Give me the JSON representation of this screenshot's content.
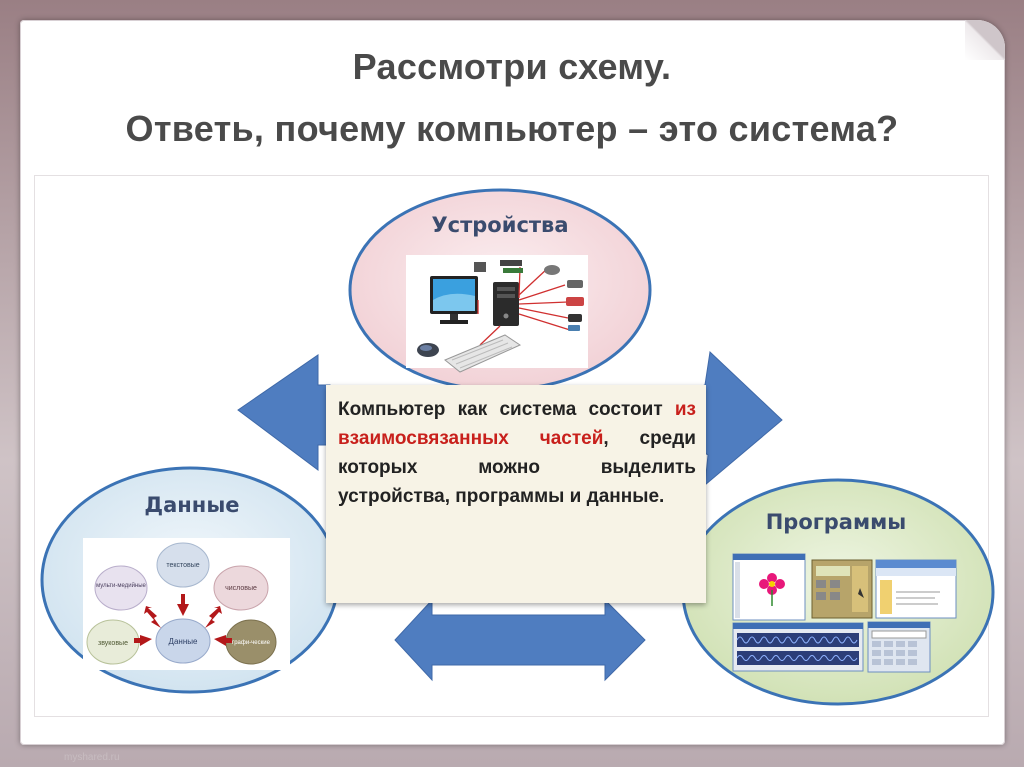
{
  "title": {
    "line1": "Рассмотри схему.",
    "line2": "Ответь, почему компьютер – это система?"
  },
  "diagram": {
    "nodes": {
      "devices": "Устройства",
      "data": "Данные",
      "programs": "Программы"
    },
    "center_text": {
      "part1": "Компьютер как система состоит ",
      "highlight": "из взаимосвязанных частей",
      "part2": ", среди которых можно выделить устройства, программы и данные."
    },
    "data_subnodes": {
      "center": "Данные",
      "text": "текстовые",
      "numeric": "числовые",
      "multimedia": "мульти-медийные",
      "sound": "звуковые",
      "graphic": "графи-ческие"
    },
    "colors": {
      "arrow": "#4f7dc0",
      "devices_circle": "#f4d9dc",
      "data_circle": "#dce9f3",
      "programs_circle": "#dbe8c4",
      "highlight": "#c8201c"
    }
  },
  "watermark": "myshared.ru"
}
